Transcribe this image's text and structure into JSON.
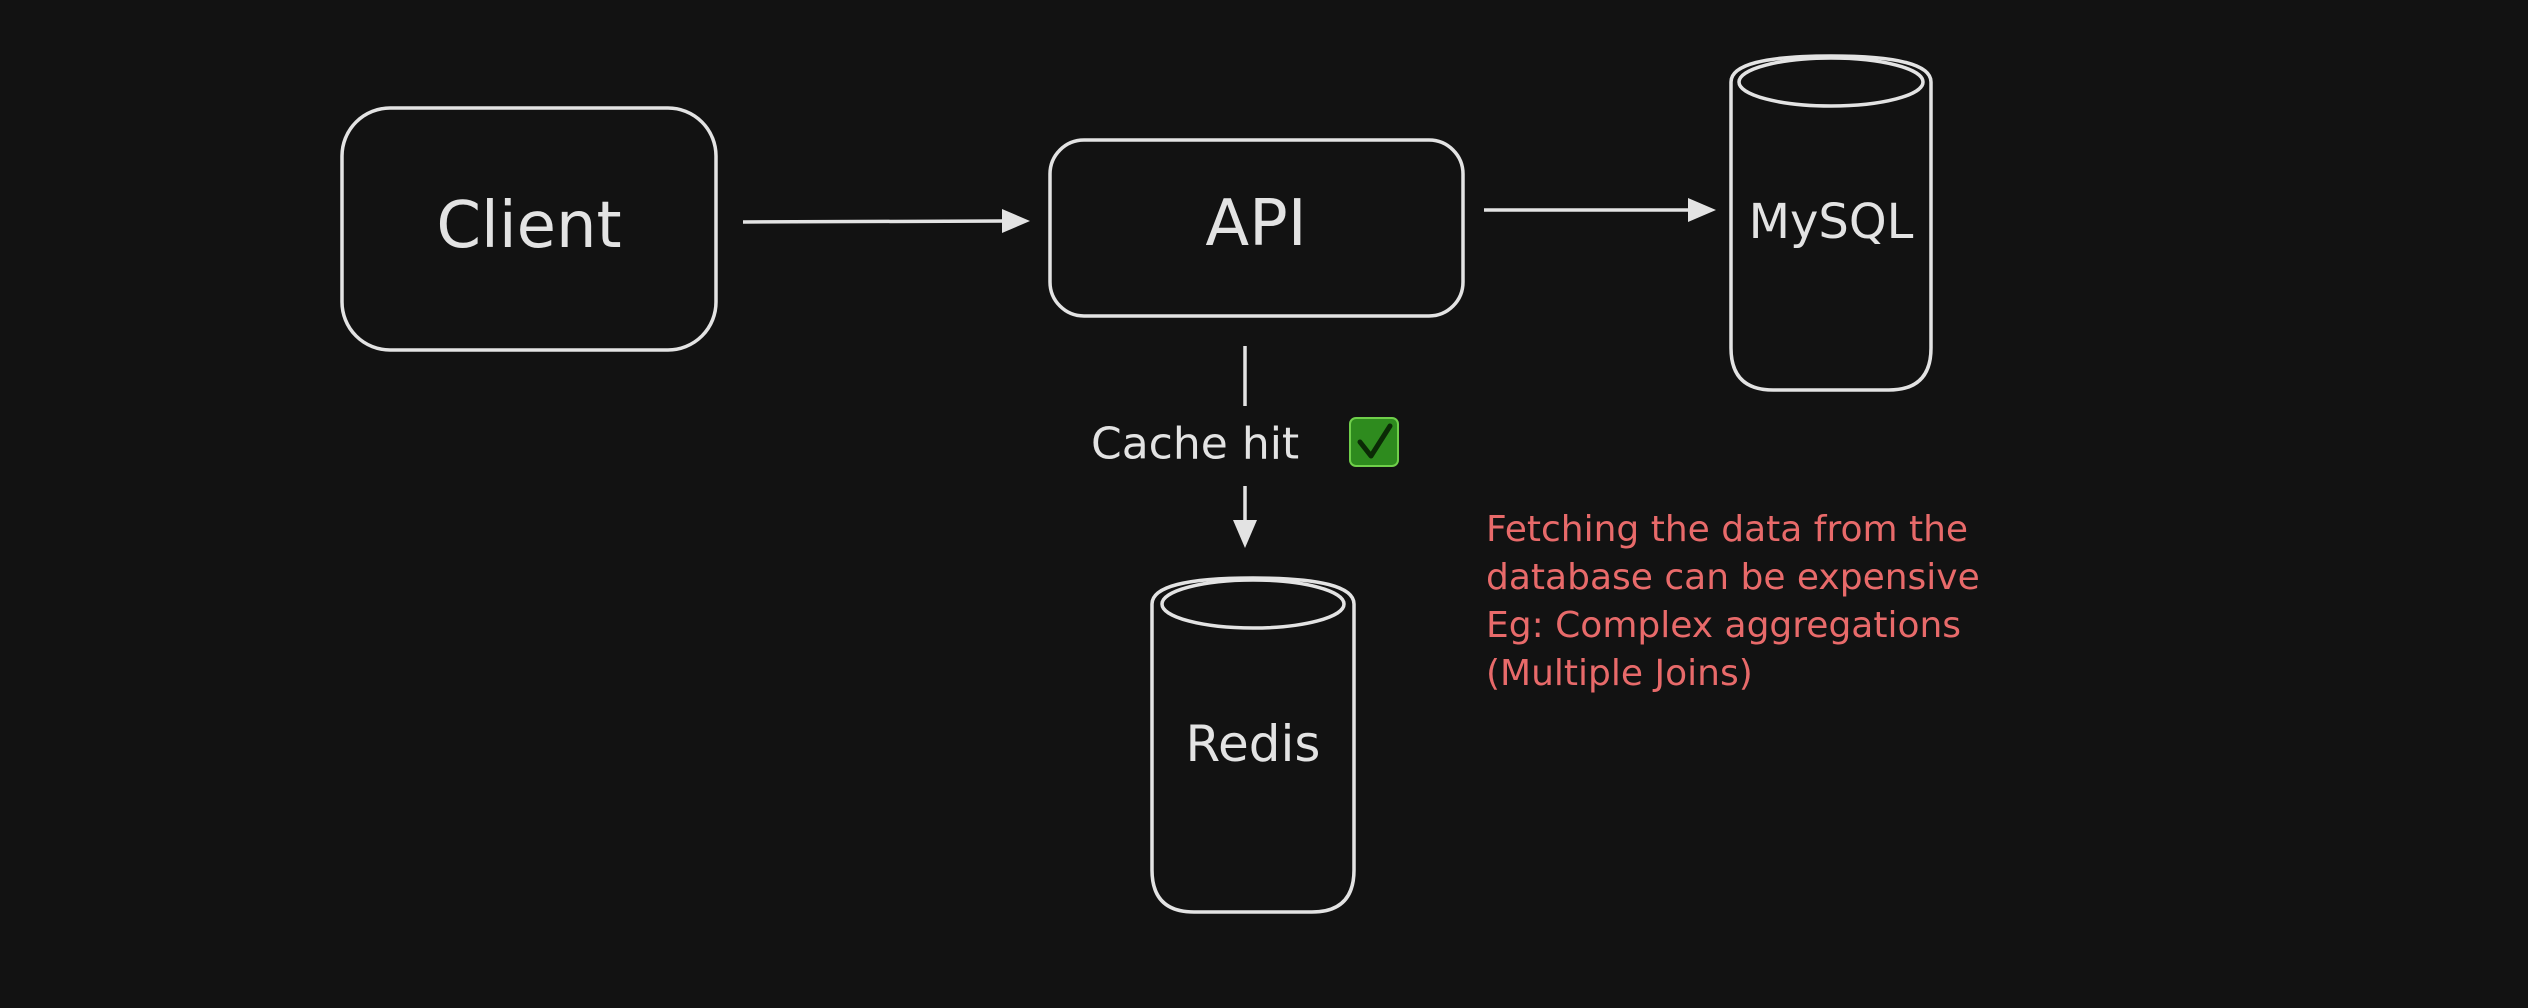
{
  "diagram": {
    "nodes": {
      "client": {
        "label": "Client",
        "shape": "rounded-rectangle"
      },
      "api": {
        "label": "API",
        "shape": "rounded-rectangle"
      },
      "mysql": {
        "label": "MySQL",
        "shape": "cylinder"
      },
      "redis": {
        "label": "Redis",
        "shape": "cylinder"
      }
    },
    "edges": [
      {
        "from": "Client",
        "to": "API",
        "label": ""
      },
      {
        "from": "API",
        "to": "MySQL",
        "label": ""
      },
      {
        "from": "API",
        "to": "Redis",
        "label": "Cache hit",
        "label_icon": "check-mark-icon"
      }
    ],
    "edge_label": {
      "text": "Cache hit",
      "icon": "check-mark-icon",
      "icon_glyph": "✓",
      "icon_color": "#2e8b1e"
    },
    "note": {
      "lines": [
        "Fetching the data from the",
        "database can be expensive",
        "Eg: Complex aggregations",
        "(Multiple Joins)"
      ],
      "color": "#e86a6a"
    },
    "colors": {
      "background": "#121212",
      "stroke": "#e3e3e3",
      "note": "#e86a6a",
      "check_badge": "#2e8b1e"
    }
  }
}
